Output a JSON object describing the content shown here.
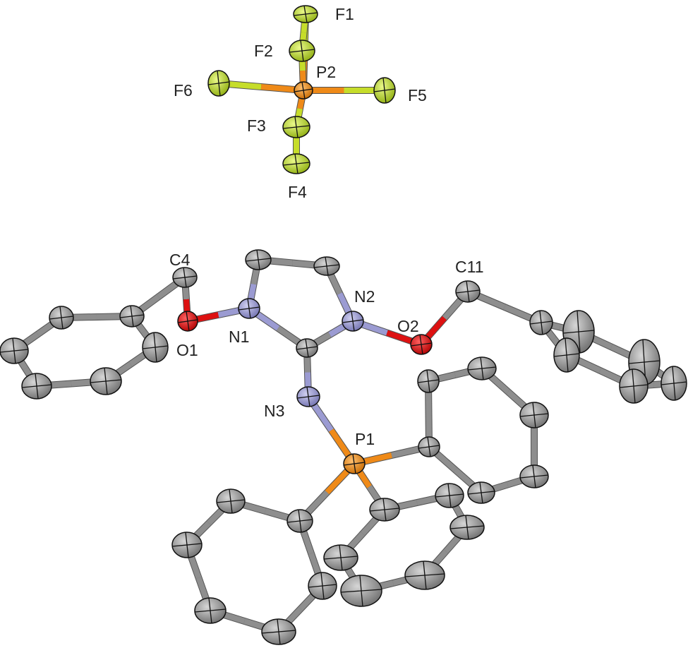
{
  "colors": {
    "carbon": "#8e8e8e",
    "nitrogen": "#9b9bd2",
    "oxygen": "#dd1111",
    "phosphorus": "#ef8a18",
    "fluorine": "#b8d630",
    "fluorine_bond": "#c6dd2a",
    "label": "#222222"
  },
  "labels": {
    "F1": "F1",
    "F2": "F2",
    "F3": "F3",
    "F4": "F4",
    "F5": "F5",
    "F6": "F6",
    "P2": "P2",
    "C4": "C4",
    "O1": "O1",
    "N1": "N1",
    "N2": "N2",
    "O2": "O2",
    "C11": "C11",
    "N3": "N3",
    "P1": "P1"
  }
}
